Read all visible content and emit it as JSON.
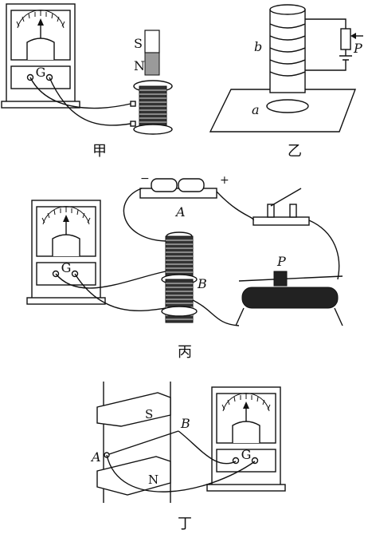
{
  "panels": {
    "jia": {
      "caption": "甲",
      "meter": "G",
      "magnet_top": "S",
      "magnet_bottom": "N"
    },
    "yi": {
      "caption": "乙",
      "coil": "b",
      "ring": "a",
      "slider": "P"
    },
    "bing": {
      "caption": "丙",
      "battery": "A",
      "coil": "B",
      "meter": "G",
      "slider": "P",
      "minus": "−",
      "plus": "+"
    },
    "ding": {
      "caption": "丁",
      "pole_top": "S",
      "pole_bottom": "N",
      "rod_end_a": "A",
      "rod_end_b": "B",
      "meter": "G"
    }
  }
}
